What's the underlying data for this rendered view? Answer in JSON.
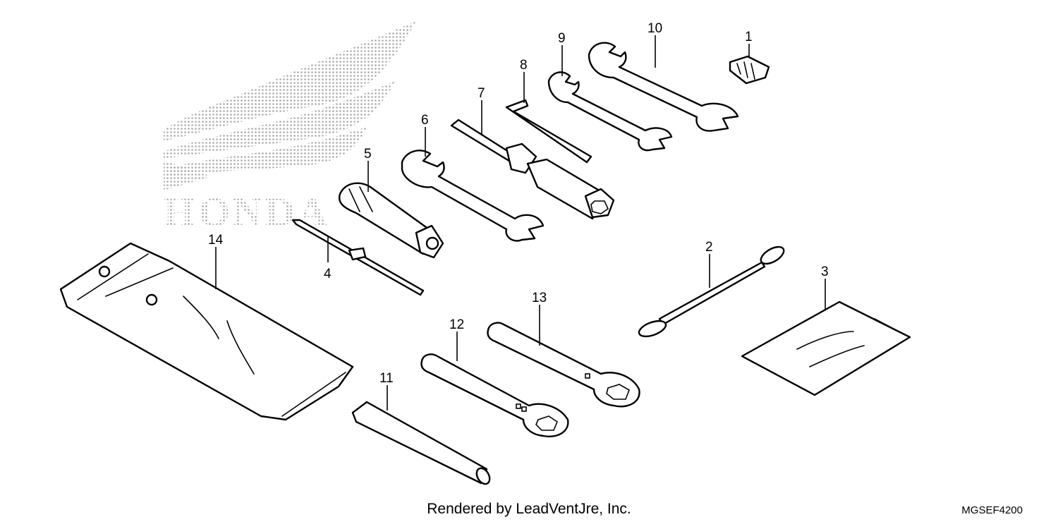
{
  "diagram": {
    "callouts": [
      {
        "id": "1",
        "label": "1"
      },
      {
        "id": "2",
        "label": "2"
      },
      {
        "id": "3",
        "label": "3"
      },
      {
        "id": "4",
        "label": "4"
      },
      {
        "id": "5",
        "label": "5"
      },
      {
        "id": "6",
        "label": "6"
      },
      {
        "id": "7",
        "label": "7"
      },
      {
        "id": "8",
        "label": "8"
      },
      {
        "id": "9",
        "label": "9"
      },
      {
        "id": "10",
        "label": "10"
      },
      {
        "id": "11",
        "label": "11"
      },
      {
        "id": "12",
        "label": "12"
      },
      {
        "id": "13",
        "label": "13"
      },
      {
        "id": "14",
        "label": "14"
      }
    ],
    "watermark_text": "HONDA",
    "watermark_color": "#b8b8b8"
  },
  "footer": {
    "credit": "Rendered by LeadVentJre, Inc.",
    "diagram_code": "MGSEF4200"
  }
}
